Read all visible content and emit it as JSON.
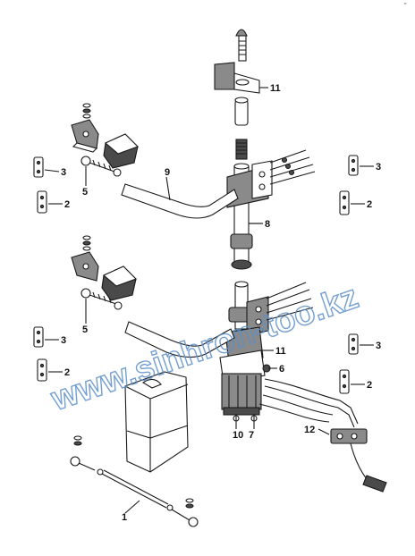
{
  "callouts": [
    {
      "id": "c1",
      "text": "1"
    },
    {
      "id": "c2a",
      "text": "2"
    },
    {
      "id": "c2b",
      "text": "2"
    },
    {
      "id": "c2c",
      "text": "2"
    },
    {
      "id": "c2d",
      "text": "2"
    },
    {
      "id": "c3a",
      "text": "3"
    },
    {
      "id": "c3b",
      "text": "3"
    },
    {
      "id": "c3c",
      "text": "3"
    },
    {
      "id": "c3d",
      "text": "3"
    },
    {
      "id": "c5a",
      "text": "5"
    },
    {
      "id": "c5b",
      "text": "5"
    },
    {
      "id": "c6",
      "text": "6"
    },
    {
      "id": "c7",
      "text": "7"
    },
    {
      "id": "c8",
      "text": "8"
    },
    {
      "id": "c9",
      "text": "9"
    },
    {
      "id": "c10",
      "text": "10"
    },
    {
      "id": "c11a",
      "text": "11"
    },
    {
      "id": "c11b",
      "text": "11"
    },
    {
      "id": "c12",
      "text": "12"
    }
  ],
  "watermark": "www.sinhron-too.kz",
  "corner_mark": "″"
}
